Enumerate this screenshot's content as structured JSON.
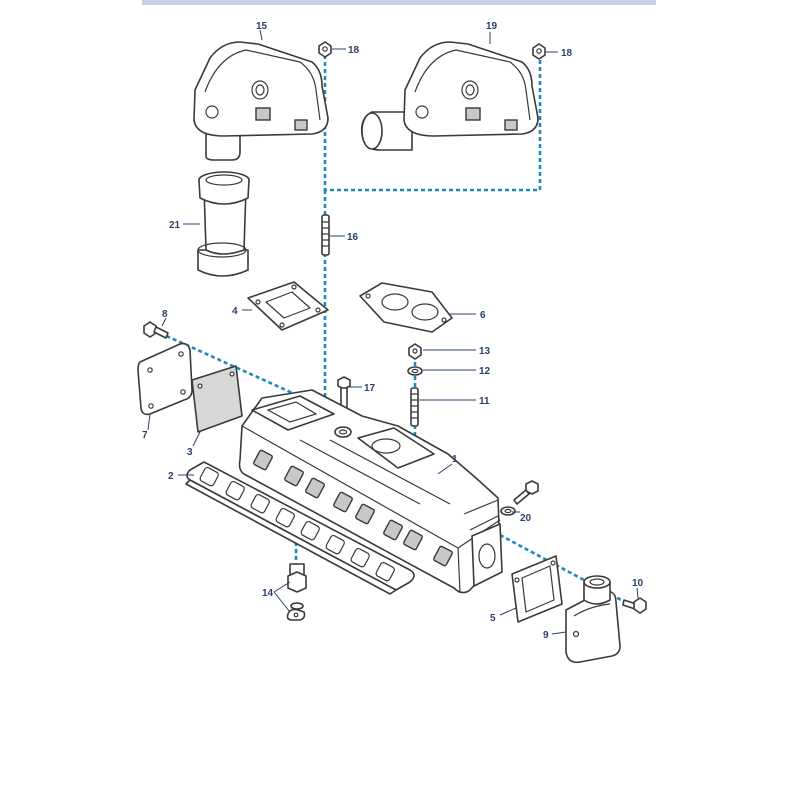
{
  "callouts": {
    "c1": "1",
    "c2": "2",
    "c3": "3",
    "c4": "4",
    "c5": "5",
    "c6": "6",
    "c7": "7",
    "c8": "8",
    "c9": "9",
    "c10": "10",
    "c11": "11",
    "c12": "12",
    "c13": "13",
    "c14": "14",
    "c15": "15",
    "c16": "16",
    "c17": "17",
    "c18a": "18",
    "c18b": "18",
    "c19": "19",
    "c20": "20",
    "c21": "21"
  },
  "colors": {
    "connector": "#1e8ab8",
    "callout_text": "#2b3f6b",
    "part_outline": "#3a3a3a",
    "header_strip": "#c9cde6"
  }
}
